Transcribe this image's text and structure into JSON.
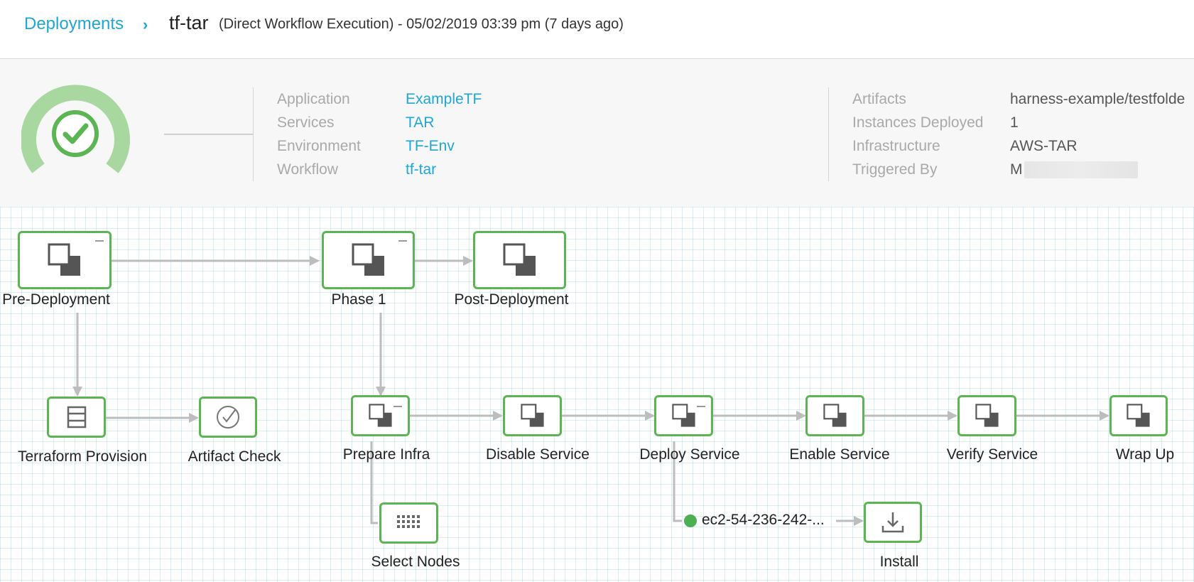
{
  "breadcrumb": {
    "root": "Deployments",
    "separator": "›",
    "title": "tf-tar",
    "subtitle": "(Direct Workflow Execution) - 05/02/2019 03:39 pm (7 days ago)"
  },
  "status": {
    "state": "success",
    "color": "#5ab552",
    "ring_color": "#a8d8a0"
  },
  "details_left": [
    {
      "key": "Application",
      "value": "ExampleTF"
    },
    {
      "key": "Services",
      "value": "TAR"
    },
    {
      "key": "Environment",
      "value": "TF-Env"
    },
    {
      "key": "Workflow",
      "value": "tf-tar"
    }
  ],
  "details_right": [
    {
      "key": "Artifacts",
      "value": "harness-example/testfolde"
    },
    {
      "key": "Instances Deployed",
      "value": "1"
    },
    {
      "key": "Infrastructure",
      "value": "AWS-TAR"
    },
    {
      "key": "Triggered By",
      "value": "M"
    }
  ],
  "pipeline": {
    "phases": [
      {
        "label": "Pre-Deployment",
        "icon": "phase-icon"
      },
      {
        "label": "Phase 1",
        "icon": "phase-icon"
      },
      {
        "label": "Post-Deployment",
        "icon": "phase-icon"
      }
    ],
    "pre_steps": [
      {
        "label": "Terraform Provision",
        "icon": "terraform-icon"
      },
      {
        "label": "Artifact Check",
        "icon": "check-circle-icon"
      }
    ],
    "phase1_steps": [
      {
        "label": "Prepare Infra",
        "icon": "section-icon"
      },
      {
        "label": "Disable Service",
        "icon": "section-icon"
      },
      {
        "label": "Deploy Service",
        "icon": "section-icon"
      },
      {
        "label": "Enable Service",
        "icon": "section-icon"
      },
      {
        "label": "Verify Service",
        "icon": "section-icon"
      },
      {
        "label": "Wrap Up",
        "icon": "section-icon"
      }
    ],
    "select_nodes": {
      "label": "Select Nodes",
      "icon": "grid-icon"
    },
    "host": {
      "label": "ec2-54-236-242-...",
      "status_color": "#4caf50"
    },
    "install": {
      "label": "Install",
      "icon": "download-icon"
    }
  },
  "colors": {
    "accent": "#1ea7d7",
    "node_border": "#5ab552",
    "edge": "#bdbdbd"
  }
}
